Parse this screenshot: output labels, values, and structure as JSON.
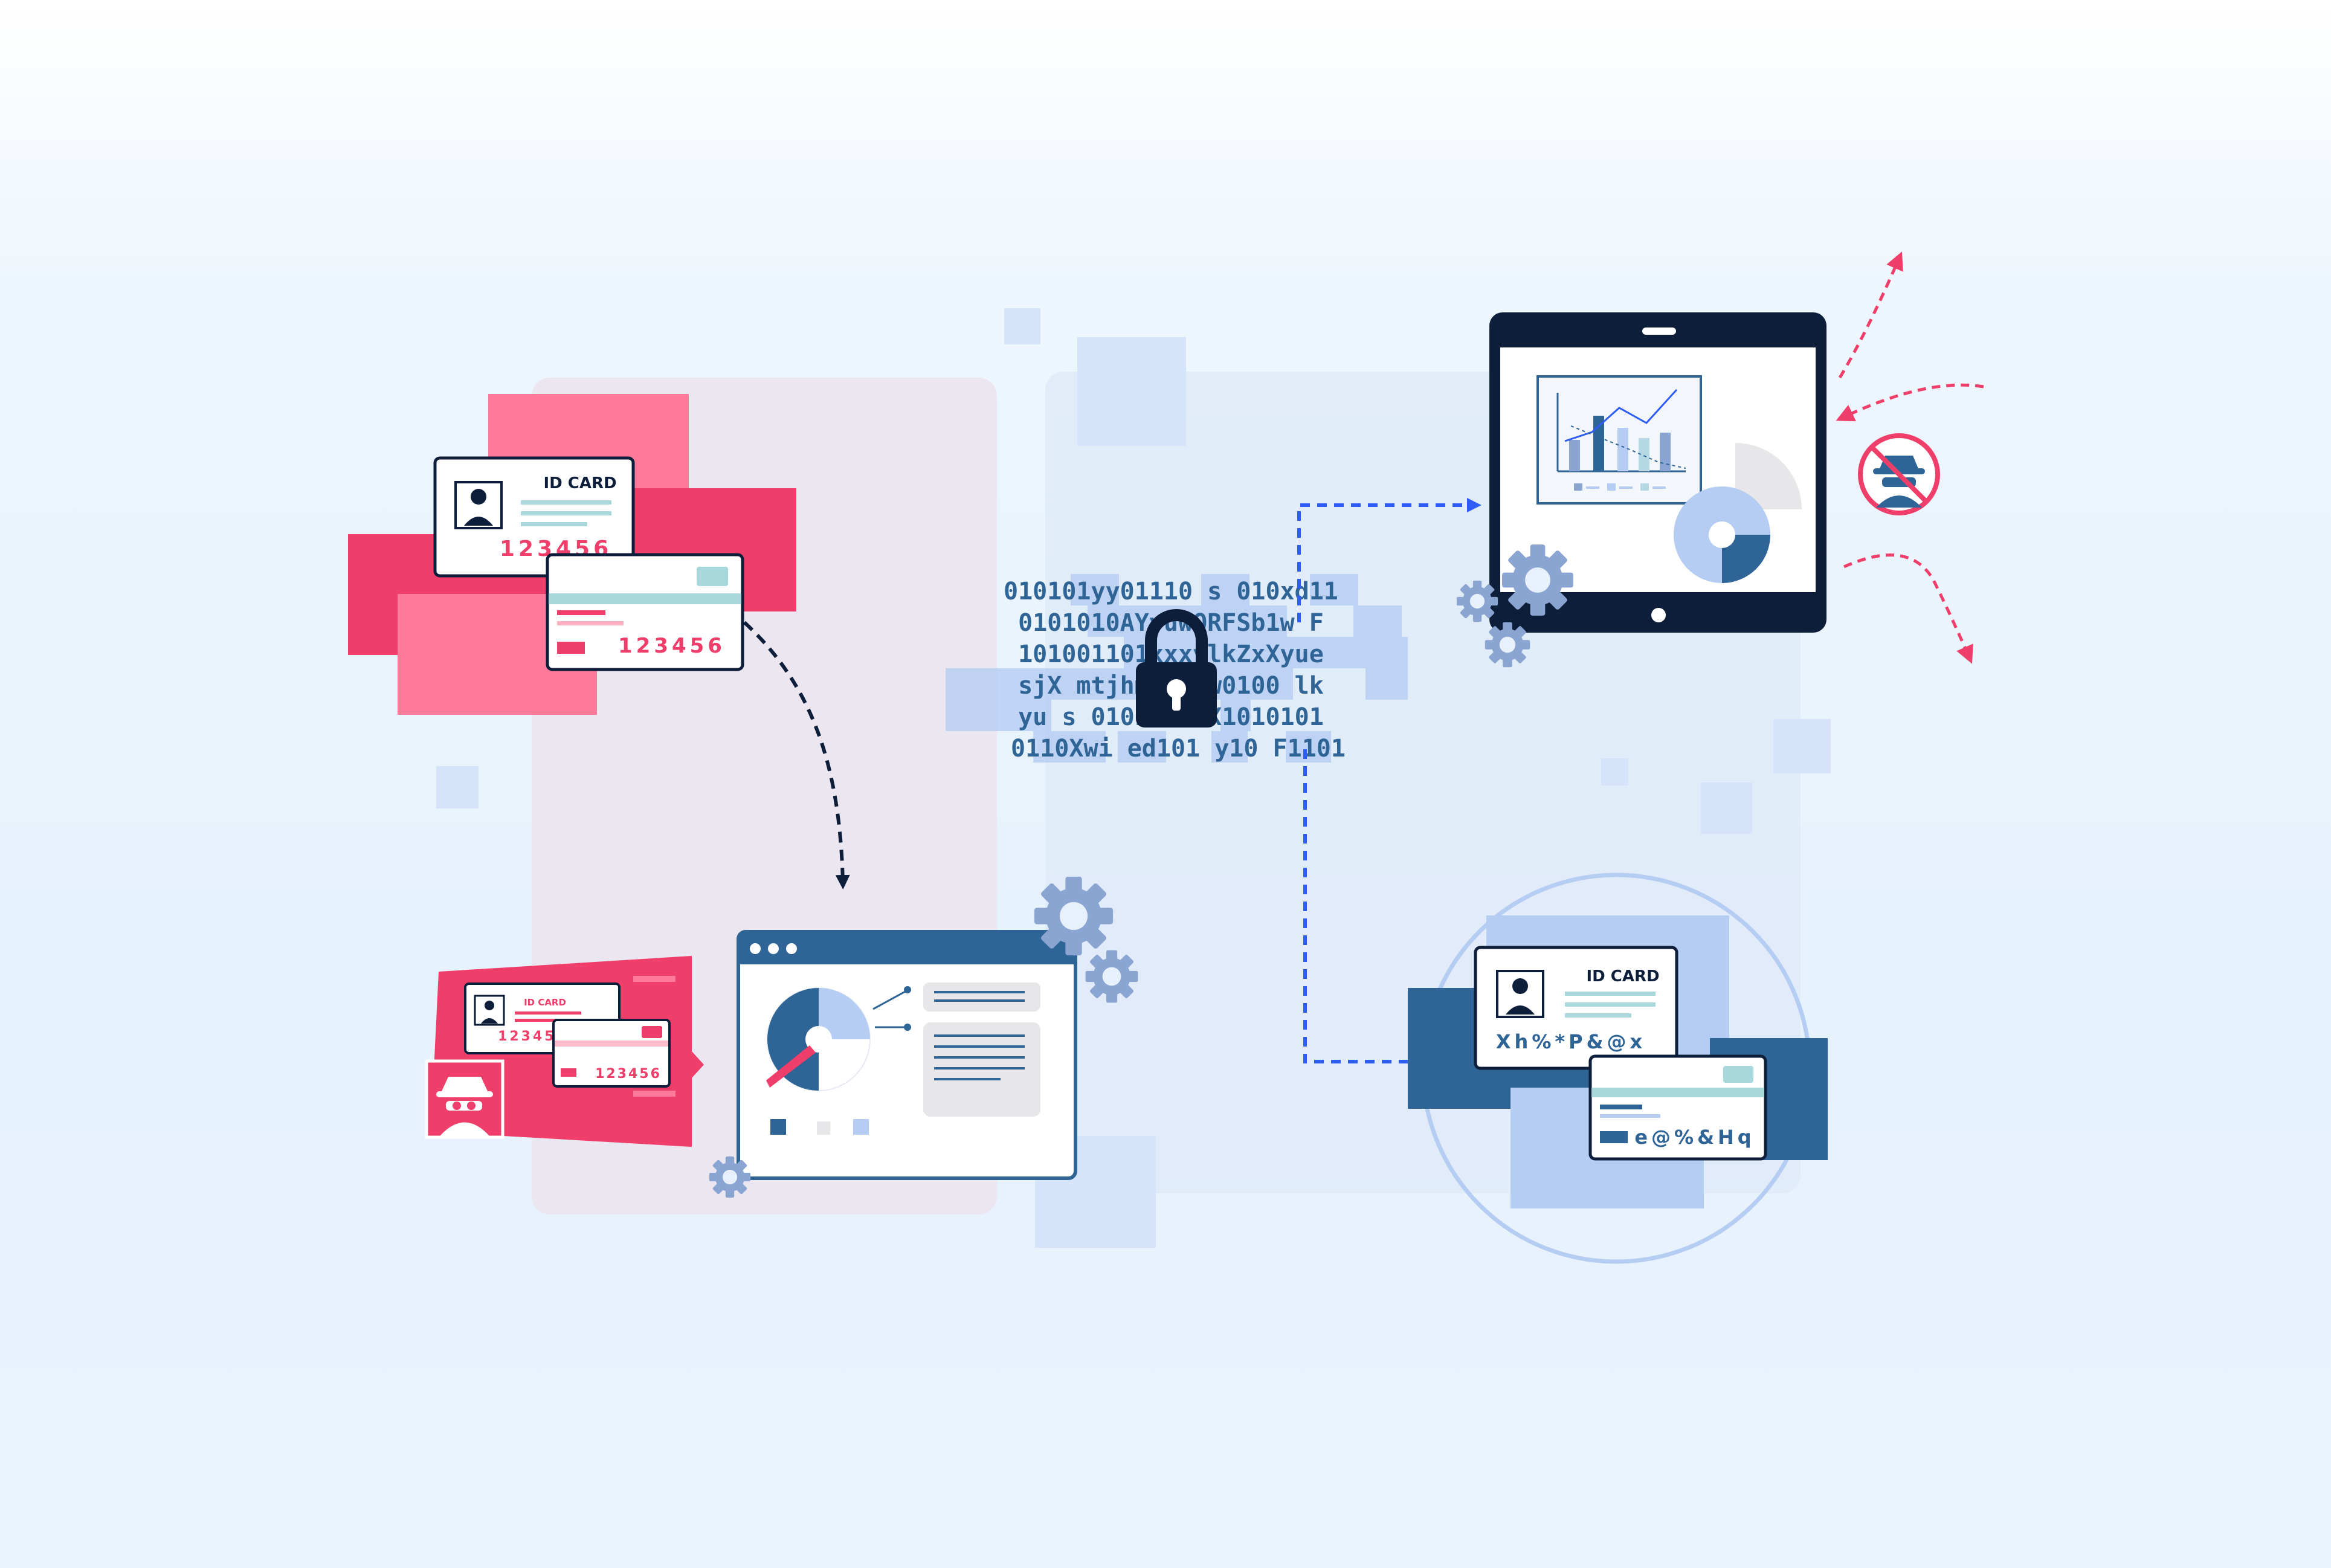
{
  "cards": {
    "id_title": "ID CARD",
    "plain_number": "123456",
    "masked_name": "Xh%*P&@x",
    "masked_number": "e@%&Hq"
  },
  "cipher_rows": [
    "010101yy01110 s 010xd11",
    "0101010AYyuwORFSb1w F",
    "101001101xxxylkZxXyue",
    "sjX mtjhmZ  Yxw0100 lk",
    "yu  s  0101 Z0 X1010101",
    "0110Xwi ed101 y10 F1101"
  ],
  "colors": {
    "threat_red": "#ef3e6a",
    "threat_pink": "#ff7a9a",
    "navy": "#0d1e3a",
    "secure_blue": "#2f6496",
    "light_blue": "#b5cdf3",
    "accent_blue": "#2d5cf6",
    "gear": "#8aa5d1"
  },
  "icons": [
    "user-icon",
    "spy-icon",
    "gear-icon",
    "lock-icon",
    "no-spy-icon",
    "pie-chart-icon",
    "bar-chart-icon",
    "arrow-icon"
  ]
}
